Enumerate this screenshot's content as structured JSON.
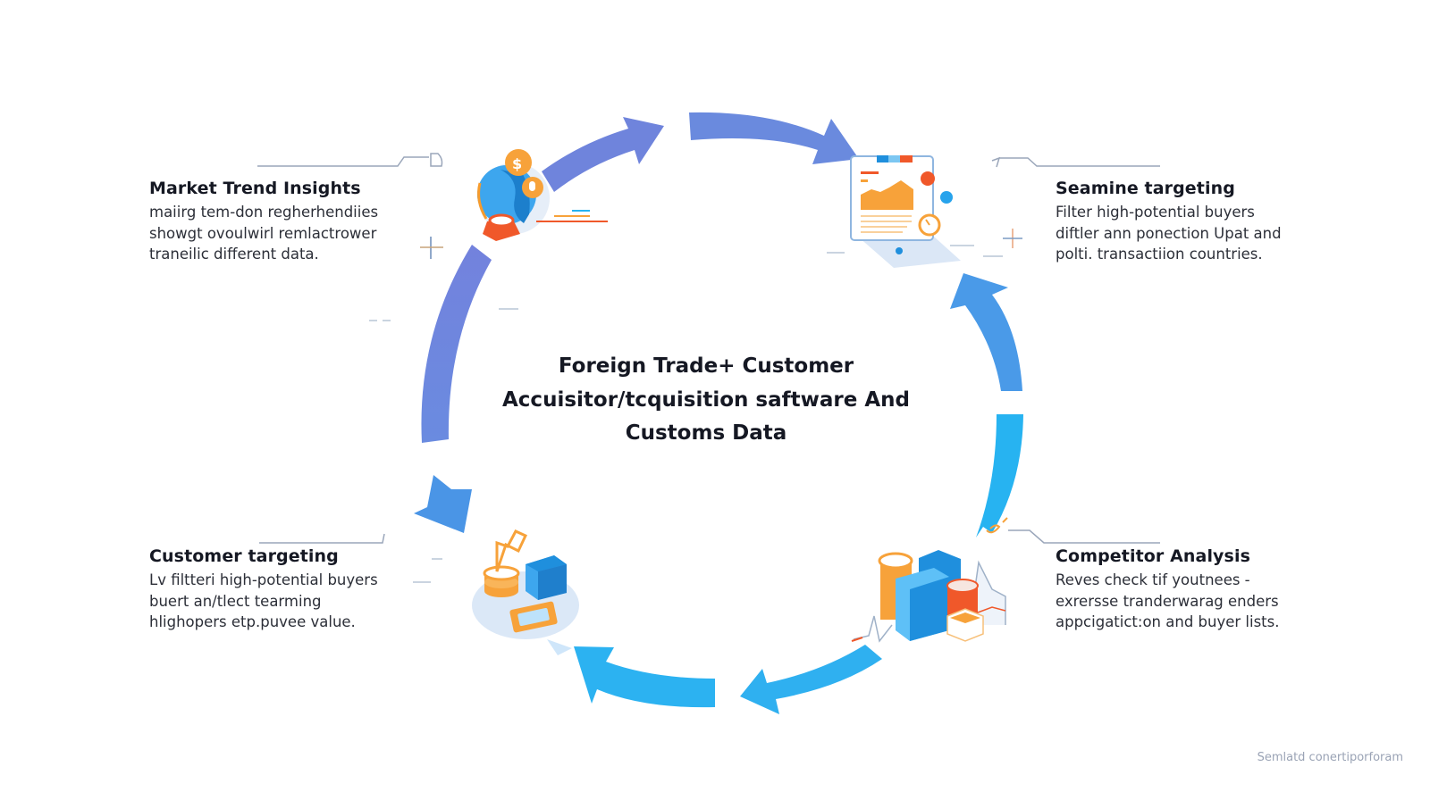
{
  "center": {
    "lines": [
      "Foreign Trade+ Customer",
      "Accuisitor/tcquisition saftware And",
      "Customs Data"
    ]
  },
  "blocks": [
    {
      "id": "market-trend-insights",
      "position": "top-left",
      "title": "Market Trend Insights",
      "lines": [
        "maiirg tem-don regherhendiies",
        "showgt ovoulwirl remlactrower",
        "traneilic different data."
      ],
      "icon": "globe-currency-icon"
    },
    {
      "id": "seamine-targeting",
      "position": "top-right",
      "title": "Seamine targeting",
      "lines": [
        "Filter high-potential buyers",
        "diftler ann ponection Upat and",
        "polti. transactiion countries."
      ],
      "icon": "analytics-dashboard-icon"
    },
    {
      "id": "customer-targeting",
      "position": "bottom-left",
      "title": "Customer targeting",
      "lines": [
        "Lv filtteri high-potential buyers",
        "buert an/tlect tearming",
        "hlighopers etp.puvee value."
      ],
      "icon": "coins-database-icon"
    },
    {
      "id": "competitor-analysis",
      "position": "bottom-right",
      "title": "Competitor Analysis",
      "lines": [
        "Reves check tif youtnees -",
        "exrersse tranderwarag enders",
        "appcigatict:on and buyer lists."
      ],
      "icon": "competitor-blocks-icon"
    }
  ],
  "cycle_arrows": [
    {
      "segment": "top-left",
      "direction": "clockwise"
    },
    {
      "segment": "top-right",
      "direction": "clockwise"
    },
    {
      "segment": "right-upper",
      "direction": "up"
    },
    {
      "segment": "right-lower",
      "direction": "down"
    },
    {
      "segment": "bottom-right",
      "direction": "clockwise"
    },
    {
      "segment": "bottom-left",
      "direction": "clockwise"
    },
    {
      "segment": "left",
      "direction": "down"
    }
  ],
  "colors": {
    "arrow_violet": "#7083dd",
    "arrow_blue": "#4d9be8",
    "arrow_cyan": "#27b2f0",
    "accent_orange": "#f7a23a",
    "accent_red": "#f0582a",
    "connector_gray": "#8f9bb0"
  },
  "footer": {
    "watermark": "Semlatd conertiporforam"
  }
}
